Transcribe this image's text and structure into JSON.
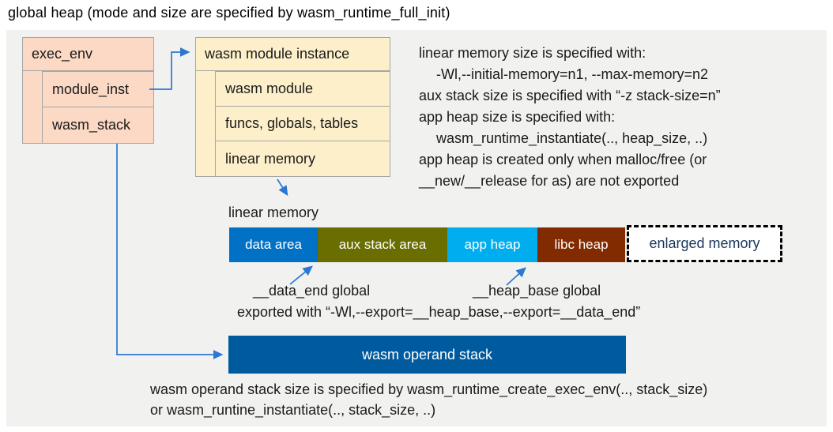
{
  "title": "global heap (mode and size are specified by wasm_runtime_full_init)",
  "exec_env": {
    "title": "exec_env",
    "fields": [
      "module_inst",
      "wasm_stack"
    ]
  },
  "module_instance": {
    "title": "wasm module instance",
    "fields": [
      "wasm module",
      "funcs, globals, tables",
      "linear memory"
    ]
  },
  "notes": {
    "lines": [
      "linear memory size is specified with:",
      "-Wl,--initial-memory=n1, --max-memory=n2",
      "aux stack size is specified with “-z stack-size=n”",
      "app heap size is specified with:",
      "wasm_runtime_instantiate(.., heap_size, ..)",
      "app heap is created only when malloc/free (or",
      "__new/__release for as) are not exported"
    ]
  },
  "linear_memory": {
    "label": "linear memory",
    "segments": [
      {
        "label": "data area",
        "color": "#0071c5",
        "text_color": "#ffffff"
      },
      {
        "label": "aux stack area",
        "color": "#6a6e00",
        "text_color": "#ffffff"
      },
      {
        "label": "app heap",
        "color": "#00aeef",
        "text_color": "#ffffff"
      },
      {
        "label": "libc heap",
        "color": "#822b00",
        "text_color": "#ffffff"
      },
      {
        "label": "enlarged memory",
        "color": "#ffffff",
        "text_color": "#17365d",
        "border": "dashed"
      }
    ],
    "data_end_label": "__data_end global",
    "heap_base_label": "__heap_base global",
    "export_note": "exported with “-Wl,--export=__heap_base,--export=__data_end”"
  },
  "operand_stack": {
    "label": "wasm operand stack",
    "color": "#005a9e",
    "notes": [
      "wasm operand stack size is specified by wasm_runtime_create_exec_env(.., stack_size)",
      "or wasm_runtine_instantiate(.., stack_size, ..)"
    ]
  },
  "colors": {
    "accent_arrow": "#2e77d0",
    "exec_box_fill": "#fbd9c5",
    "instance_box_fill": "#fdefca",
    "box_border": "#a6a6a6",
    "panel_bg": "#f1f1f0"
  }
}
